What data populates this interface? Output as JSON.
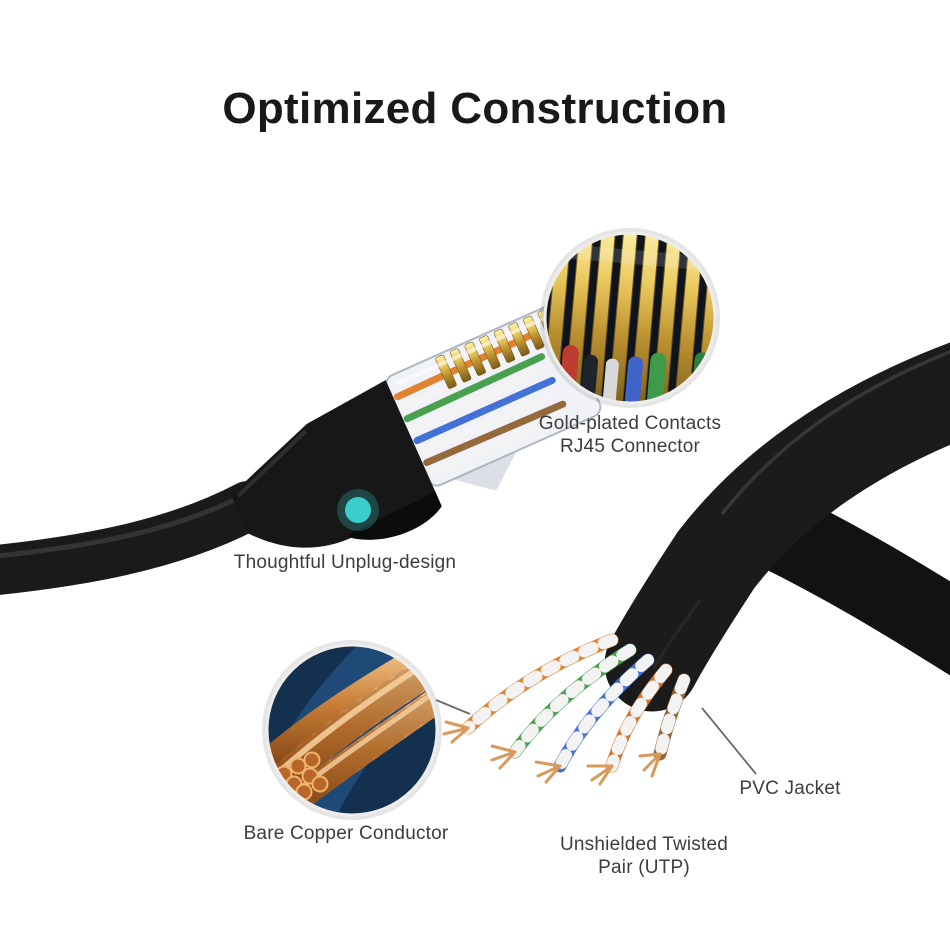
{
  "title": "Optimized Construction",
  "labels": {
    "gold_contacts_line1": "Gold-plated Contacts",
    "gold_contacts_line2": "RJ45 Connector",
    "unplug": "Thoughtful Unplug-design",
    "bare_copper": "Bare Copper Conductor",
    "utp_line1": "Unshielded Twisted",
    "utp_line2": "Pair (UTP)",
    "pvc": "PVC Jacket"
  },
  "colors": {
    "accent_teal": "#3bd6d3",
    "gold_contact": "#d9b44a",
    "bare_copper": "#c87f38",
    "callout_navy": "#14304f",
    "cable_black": "#1b1b1b",
    "label_text": "#3d3d3f",
    "pair_orange": "#e0822f",
    "pair_green": "#49a14f",
    "pair_blue": "#4472d4",
    "pair_brown": "#96693c"
  }
}
